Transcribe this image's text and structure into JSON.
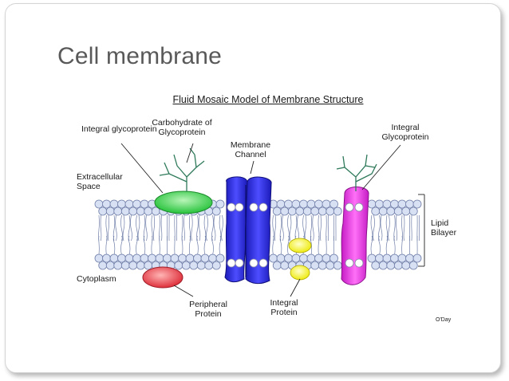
{
  "slide": {
    "title": "Cell membrane"
  },
  "diagram": {
    "title": "Fluid Mosaic Model of Membrane Structure",
    "labels": {
      "integral_glycoprotein_left": "Integral glycoprotein",
      "carbohydrate": "Carbohydrate of Glycoprotein",
      "membrane_channel": "Membrane Channel",
      "integral_glycoprotein_right": "Integral Glycoprotein",
      "extracellular": "Extracellular Space",
      "lipid_bilayer": "Lipid Bilayer",
      "cytoplasm": "Cytoplasm",
      "peripheral_protein": "Peripheral Protein",
      "integral_protein": "Integral Protein",
      "credit": "O'Day"
    },
    "colors": {
      "lipid_head": "#d8e0f4",
      "lipid_outline": "#6f7ea8",
      "glycoprotein_left": "#3fd84a",
      "channel": "#2a2ad8",
      "glycoprotein_right": "#e42fe0",
      "peripheral": "#e8404a",
      "integral_small": "#f4f020"
    }
  }
}
